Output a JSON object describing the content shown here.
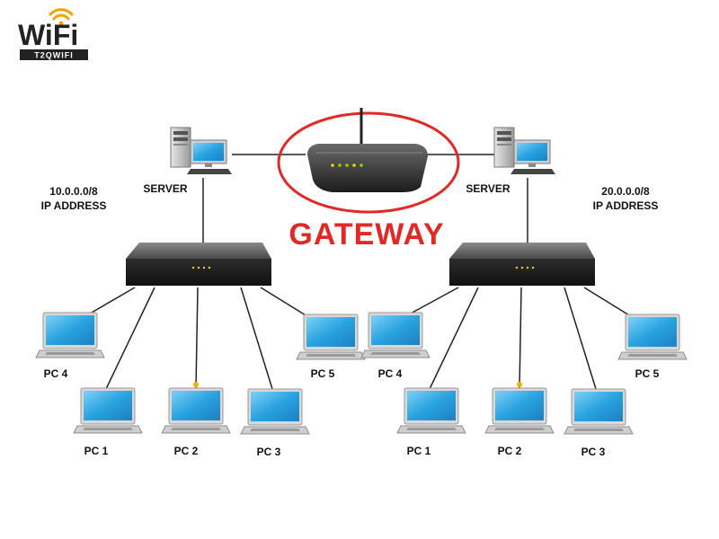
{
  "logo": {
    "word": "WiFi",
    "tagline": "T2QWIFI"
  },
  "gateway": {
    "label": "GATEWAY"
  },
  "left_network": {
    "address": "10.0.0.0/8",
    "address_caption": "IP ADDRESS",
    "server_label": "SERVER",
    "pcs": [
      "PC 4",
      "PC 1",
      "PC 2",
      "PC 3",
      "PC 5"
    ]
  },
  "right_network": {
    "address": "20.0.0.0/8",
    "address_caption": "IP ADDRESS",
    "server_label": "SERVER",
    "pcs": [
      "PC 4",
      "PC 1",
      "PC 2",
      "PC 3",
      "PC 5"
    ]
  },
  "colors": {
    "gateway_red": "#e02a26",
    "screen_blue": "#29a3e0",
    "device_dark": "#3a3a3a",
    "link": "#222222",
    "logo_orange": "#f2a300"
  }
}
